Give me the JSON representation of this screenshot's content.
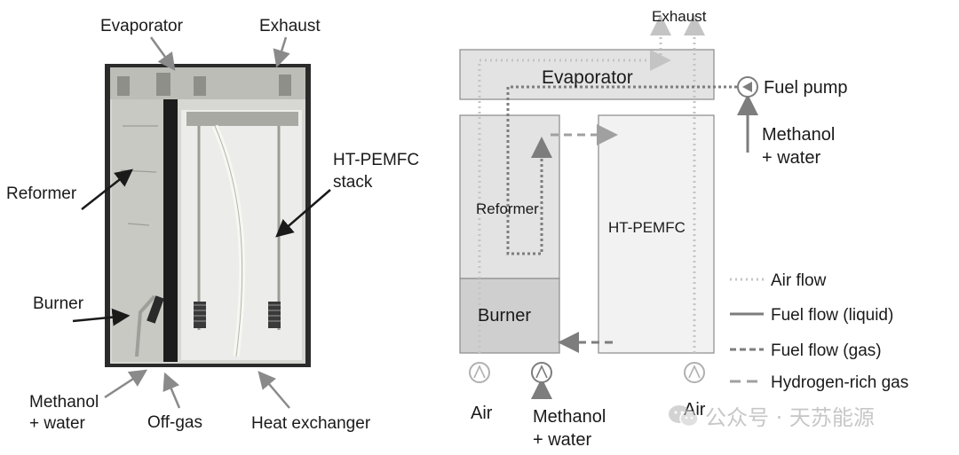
{
  "photo_labels": {
    "evaporator": "Evaporator",
    "exhaust": "Exhaust",
    "reformer": "Reformer",
    "stack_line1": "HT-PEMFC",
    "stack_line2": "stack",
    "burner": "Burner",
    "methanol_line1": "Methanol",
    "methanol_line2": "+ water",
    "offgas": "Off-gas",
    "heat_exchanger": "Heat exchanger"
  },
  "schematic": {
    "exhaust": "Exhaust",
    "evaporator": "Evaporator",
    "fuel_pump": "Fuel pump",
    "methanol_line1": "Methanol",
    "methanol_line2": "+ water",
    "reformer": "Reformer",
    "burner": "Burner",
    "stack": "HT-PEMFC",
    "air_left": "Air",
    "methanol_bottom_line1": "Methanol",
    "methanol_bottom_line2": "+ water",
    "air_right": "Air"
  },
  "legend": [
    {
      "label": "Air flow",
      "style": "dotted",
      "color": "#c4c4c4"
    },
    {
      "label": "Fuel flow (liquid)",
      "style": "solid",
      "color": "#7d7d7d"
    },
    {
      "label": "Fuel flow (gas)",
      "style": "dashed",
      "color": "#7d7d7d"
    },
    {
      "label": "Hydrogen-rich gas",
      "style": "long-dashed",
      "color": "#a0a0a0"
    }
  ],
  "watermark": {
    "icon": "wechat-icon",
    "text": "公众号 · 天苏能源"
  },
  "colors": {
    "block_fill": "#e3e3e3",
    "burner_fill": "#cfcfcf",
    "stack_fill": "#f2f2f2",
    "air_line": "#c4c4c4",
    "fuel_line": "#7d7d7d"
  }
}
